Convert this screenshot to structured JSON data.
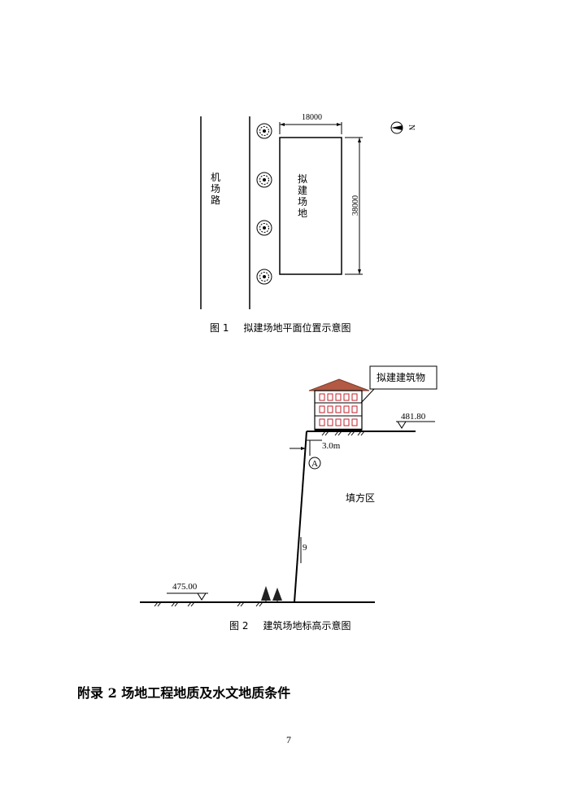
{
  "figure1": {
    "road_label": [
      "机",
      "场",
      "路"
    ],
    "site_label": [
      "拟",
      "建",
      "场",
      "地"
    ],
    "width_dim": "18000",
    "length_dim": "38000",
    "north": "N",
    "caption_num": "图 1",
    "caption_text": "拟建场地平面位置示意图"
  },
  "figure2": {
    "building_label": "拟建建筑物",
    "top_elevation": "481.80",
    "offset_dim": "3.0m",
    "point_label": "A",
    "fill_label": "填方区",
    "slope_value": "9",
    "bottom_elevation": "475.00",
    "caption_num": "图 2",
    "caption_text": "建筑场地标高示意图"
  },
  "section_heading": "附录 2  场地工程地质及水文地质条件",
  "page_number": "7"
}
